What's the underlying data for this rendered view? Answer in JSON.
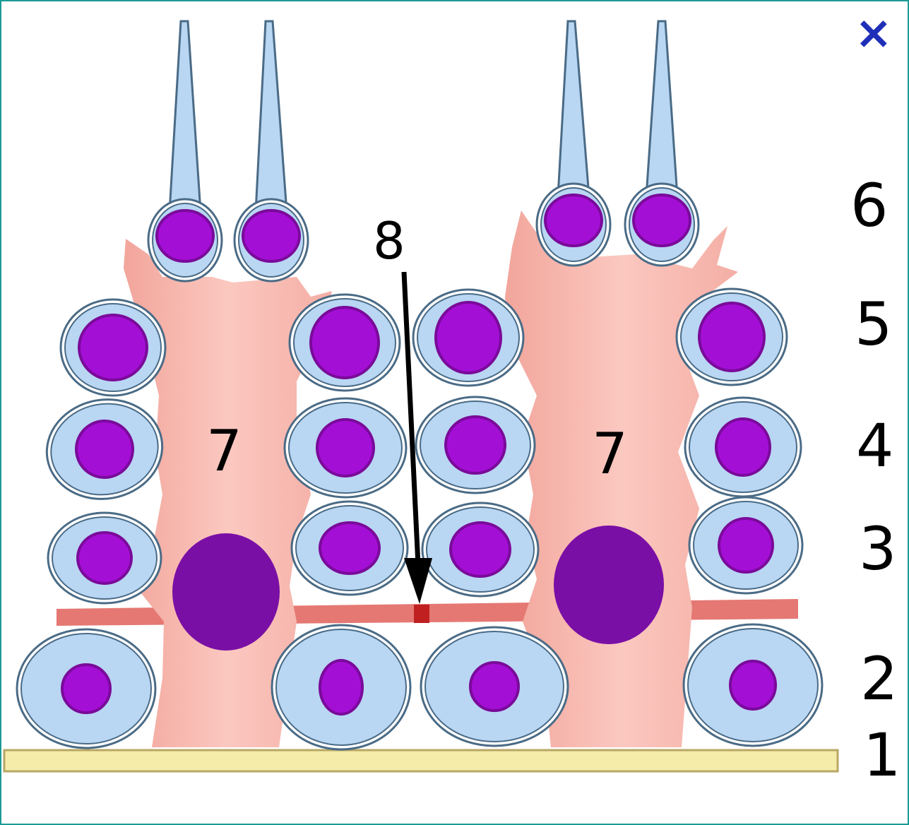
{
  "diagram": {
    "labels": {
      "basement_membrane": "1",
      "row_2": "2",
      "row_3": "3",
      "row_4": "4",
      "row_5": "5",
      "row_6": "6",
      "sertoli_left": "7",
      "sertoli_right": "7",
      "junction": "8"
    },
    "close_glyph": "×"
  },
  "colors": {
    "frame": "#1a9a96",
    "close": "#1f2fb8",
    "cell_cytoplasm": "#b9d6f3",
    "cell_outline": "#4a6b86",
    "nucleus": "#a40fd6",
    "nucleus_dark": "#7a0a9a",
    "sertoli": "#f7b4ab",
    "sertoli_nucleus": "#7a0fa6",
    "membrane": "#f5ecaa",
    "membrane_edge": "#b8a765",
    "junction_band": "#e0605a"
  }
}
